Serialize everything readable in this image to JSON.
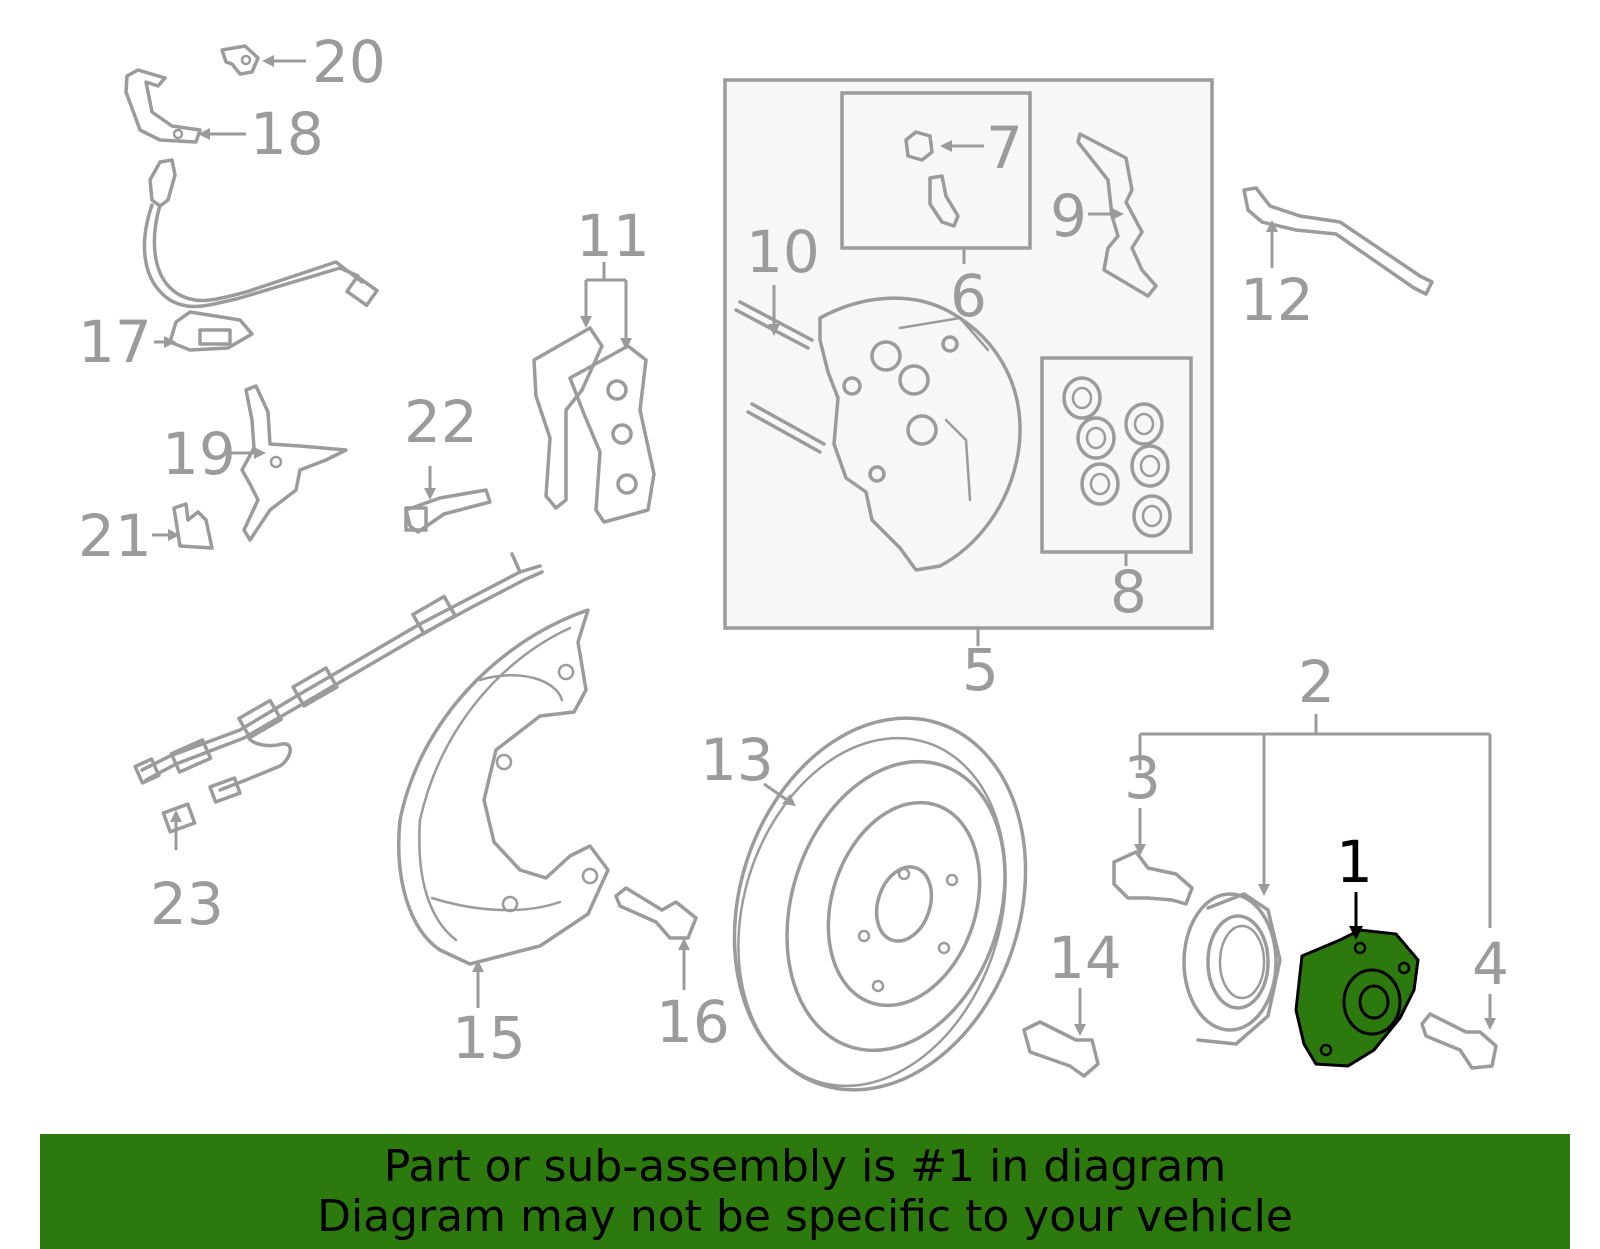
{
  "callouts": {
    "c1": "1",
    "c2": "2",
    "c3": "3",
    "c4": "4",
    "c5": "5",
    "c6": "6",
    "c7": "7",
    "c8": "8",
    "c9": "9",
    "c10": "10",
    "c11": "11",
    "c12": "12",
    "c13": "13",
    "c14": "14",
    "c15": "15",
    "c16": "16",
    "c17": "17",
    "c18": "18",
    "c19": "19",
    "c20": "20",
    "c21": "21",
    "c22": "22",
    "c23": "23"
  },
  "highlight": {
    "callout": "1",
    "color": "#2c7a0e"
  },
  "colors": {
    "line": "#9b9b9b",
    "panel": "#f7f7f7",
    "banner": "#2c7a0e"
  },
  "banner": {
    "line1": "Part or sub-assembly is #1 in diagram",
    "line2": "Diagram may not be specific to your vehicle"
  }
}
